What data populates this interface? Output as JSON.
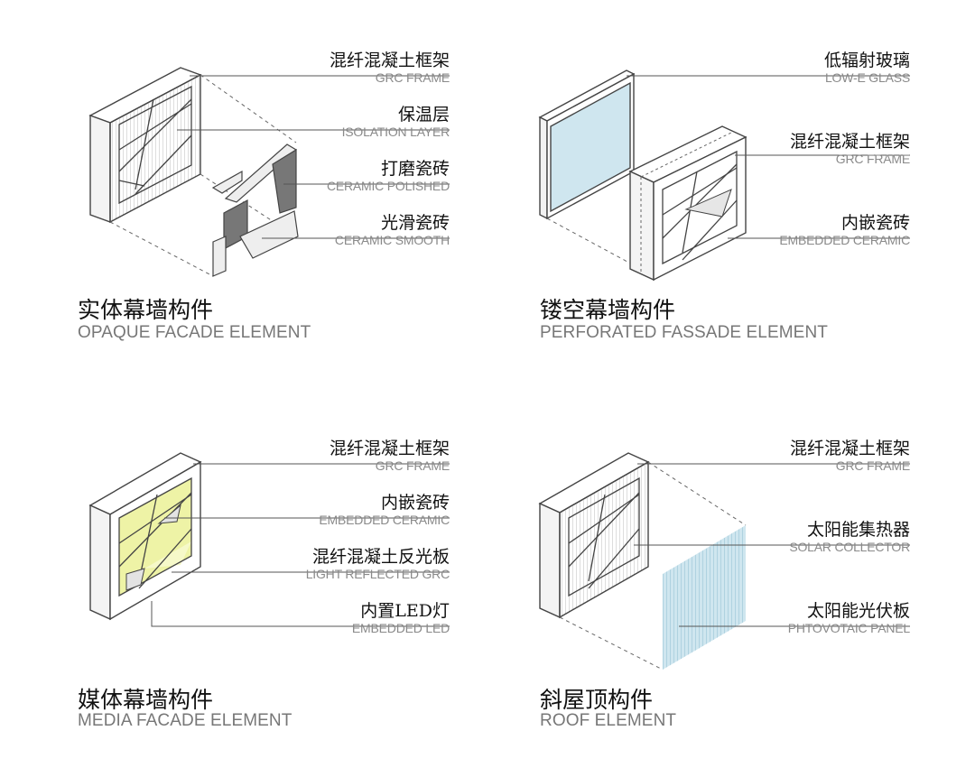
{
  "colors": {
    "frame": "#555555",
    "glass": "#cfe6ef",
    "solar": "#b9dce8",
    "led": "#eef3a6",
    "dark_tile": "#777777"
  },
  "panels": [
    {
      "title_zh": "实体幕墙构件",
      "title_en": "OPAQUE FACADE ELEMENT",
      "labels": [
        {
          "zh": "混纤混凝土框架",
          "en": "GRC FRAME"
        },
        {
          "zh": "保温层",
          "en": "ISOLATION LAYER"
        },
        {
          "zh": "打磨瓷砖",
          "en": "CERAMIC POLISHED"
        },
        {
          "zh": "光滑瓷砖",
          "en": "CERAMIC  SMOOTH"
        }
      ]
    },
    {
      "title_zh": "镂空幕墙构件",
      "title_en": "PERFORATED FASSADE ELEMENT",
      "labels": [
        {
          "zh": "低辐射玻璃",
          "en": "LOW-E GLASS"
        },
        {
          "zh": "混纤混凝土框架",
          "en": "GRC FRAME"
        },
        {
          "zh": "内嵌瓷砖",
          "en": "EMBEDDED CERAMIC"
        }
      ]
    },
    {
      "title_zh": "媒体幕墙构件",
      "title_en": "MEDIA FACADE ELEMENT",
      "labels": [
        {
          "zh": "混纤混凝土框架",
          "en": "GRC FRAME"
        },
        {
          "zh": "内嵌瓷砖",
          "en": "EMBEDDED CERAMIC"
        },
        {
          "zh": "混纤混凝土反光板",
          "en": "LIGHT REFLECTED GRC"
        },
        {
          "zh": "内置LED灯",
          "en": "EMBEDDED LED"
        }
      ]
    },
    {
      "title_zh": "斜屋顶构件",
      "title_en": "ROOF ELEMENT",
      "labels": [
        {
          "zh": "混纤混凝土框架",
          "en": "GRC FRAME"
        },
        {
          "zh": "太阳能集热器",
          "en": "SOLAR COLLECTOR"
        },
        {
          "zh": "太阳能光伏板",
          "en": "PHTOVOTAIC PANEL"
        }
      ]
    }
  ]
}
